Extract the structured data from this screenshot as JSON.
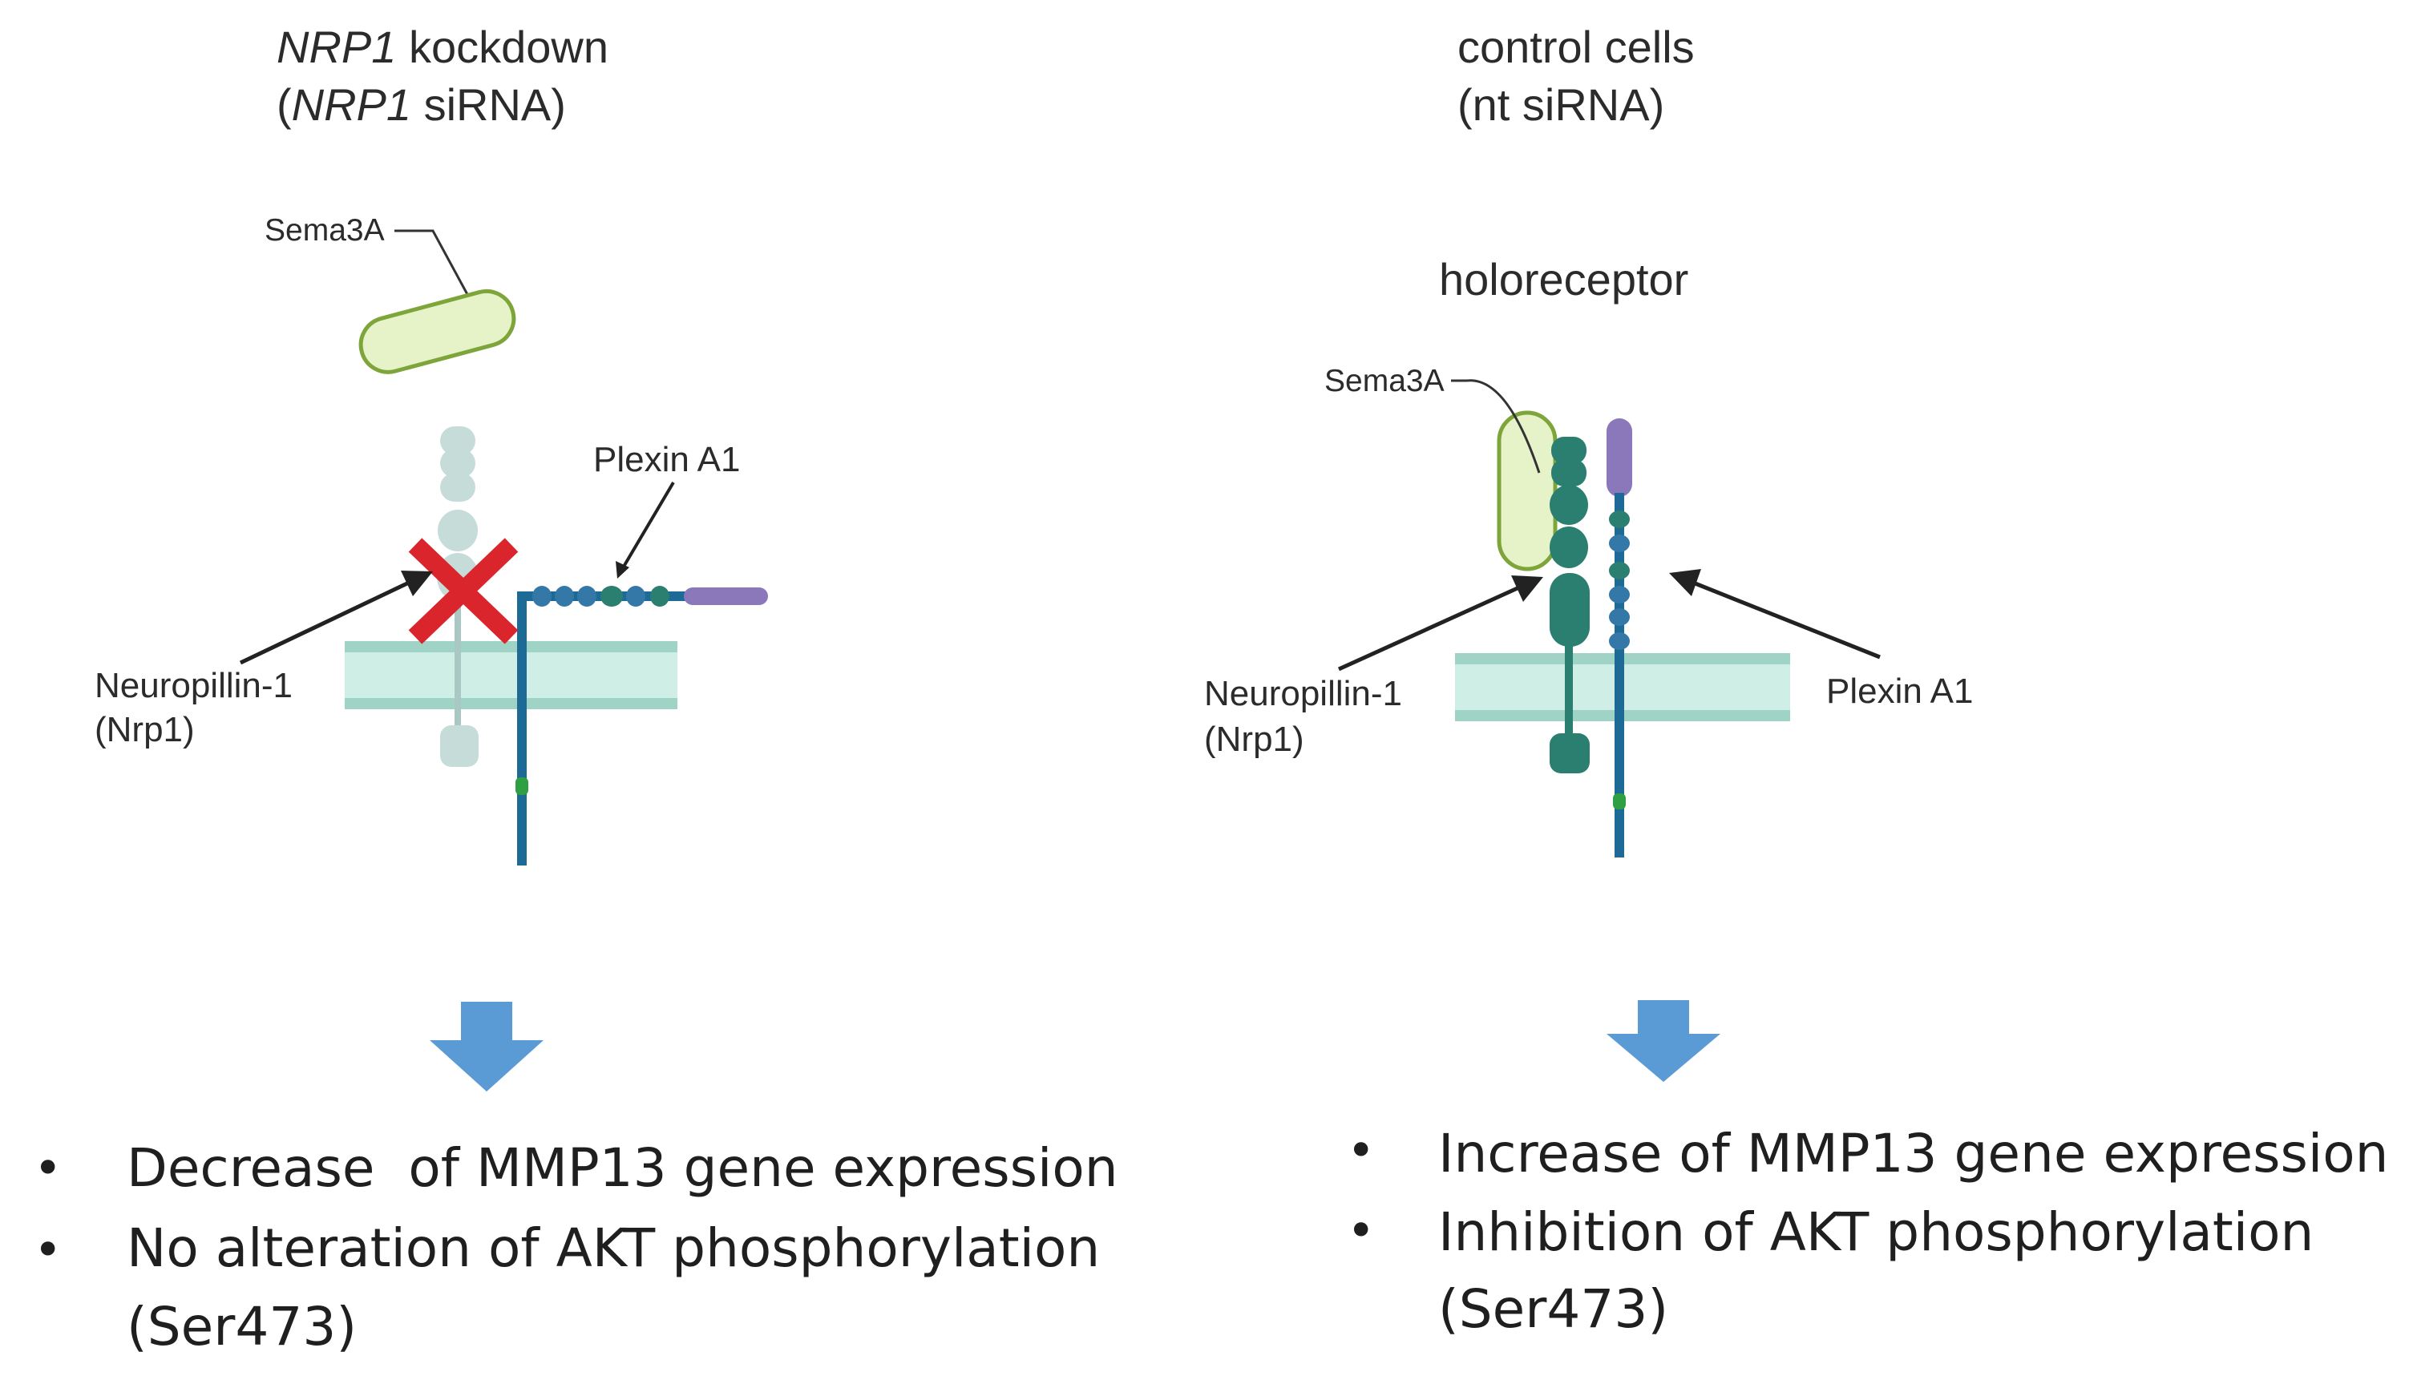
{
  "left_panel": {
    "title_line1_gene": "NRP1",
    "title_line1_rest": " kockdown",
    "title_line2_open": "(",
    "title_line2_gene": "NRP1",
    "title_line2_rest": " siRNA)",
    "sema3a_label": "Sema3A",
    "plexin_label": "Plexin A1",
    "nrp1_label_line1": "Neuropillin-1",
    "nrp1_label_line2": "(Nrp1)",
    "knockdown_mark": "red-x-icon",
    "outcomes": [
      "Decrease  of MMP13 gene expression",
      "No alteration of AKT phosphorylation",
      "(Ser473)"
    ]
  },
  "right_panel": {
    "title_line1": "control cells",
    "title_line2": "(nt siRNA)",
    "holoreceptor_label": "holoreceptor",
    "sema3a_label": "Sema3A",
    "nrp1_label_line1": "Neuropillin-1",
    "nrp1_label_line2": "(Nrp1)",
    "plexin_label": "Plexin A1",
    "outcomes": [
      "Increase of MMP13 gene expression",
      "Inhibition of AKT phosphorylation",
      "(Ser473)"
    ]
  },
  "bullet_glyph": "•",
  "colors": {
    "membrane": "#cfeee6",
    "membrane_line": "#9fd3c6",
    "sema3a_fill": "#e6f2c8",
    "sema3a_stroke": "#7ea53a",
    "nrp1": "#2a7f70",
    "nrp1_faded": "#c6dcd9",
    "plexin": "#1e6a96",
    "plexin_bead": "#3478a8",
    "plexin_tip": "#8a78bb",
    "knockdown_x": "#d9252b",
    "arrow_blue": "#5b9bd5"
  }
}
